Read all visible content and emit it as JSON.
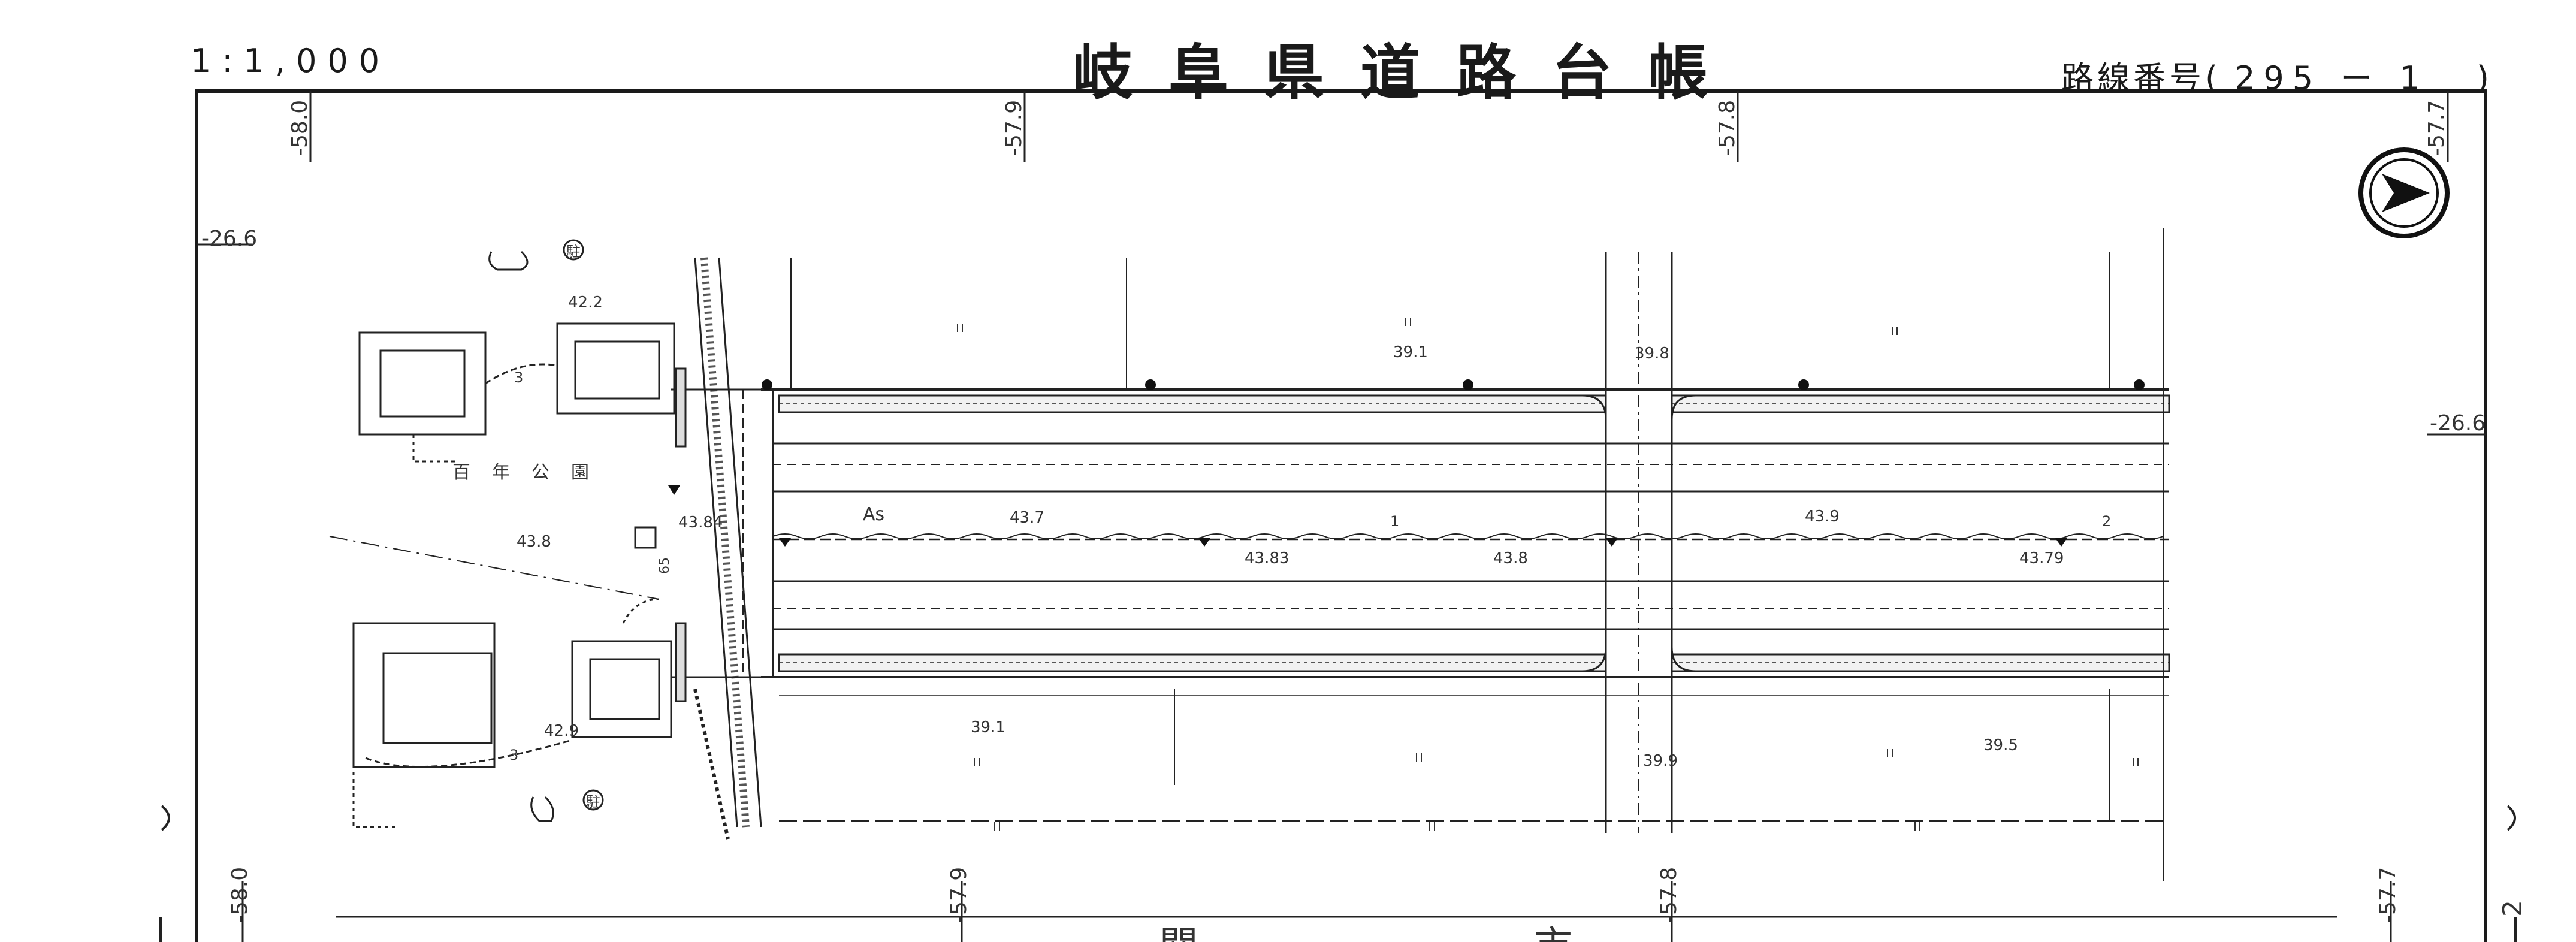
{
  "header": {
    "scale": "1:1,000",
    "title": "岐阜県道路台帳",
    "route_label": "路線番号(",
    "route_number": "295 ー 1",
    "route_close": ")"
  },
  "map": {
    "park_name": "百年公園",
    "coords": {
      "top_x": [
        "-58.0",
        "-57.9",
        "-57.8",
        "-57.7"
      ],
      "bottom_x": [
        "-58.0",
        "-57.9",
        "-57.8",
        "-57.7"
      ],
      "left_y": "-26.6",
      "right_y": "-26.6"
    },
    "elevations": {
      "e422": "42.2",
      "e438": "43.8",
      "e429": "42.9",
      "e4384": "43.84",
      "e437": "43.7",
      "e4383": "43.83",
      "e438b": "43.8",
      "e439": "43.9",
      "e4379": "43.79",
      "e391a": "39.1",
      "e398": "39.8",
      "e391b": "39.1",
      "e399": "39.9",
      "e395": "39.5"
    },
    "labels": {
      "surface": "As",
      "three_a": "3",
      "three_b": "3",
      "sixtyfive": "65",
      "one": "1",
      "two": "2",
      "parking": "駐"
    },
    "bottom_text": {
      "left_char": "関",
      "right_char": "市"
    },
    "margin_marks": {
      "right_number": "2"
    }
  }
}
